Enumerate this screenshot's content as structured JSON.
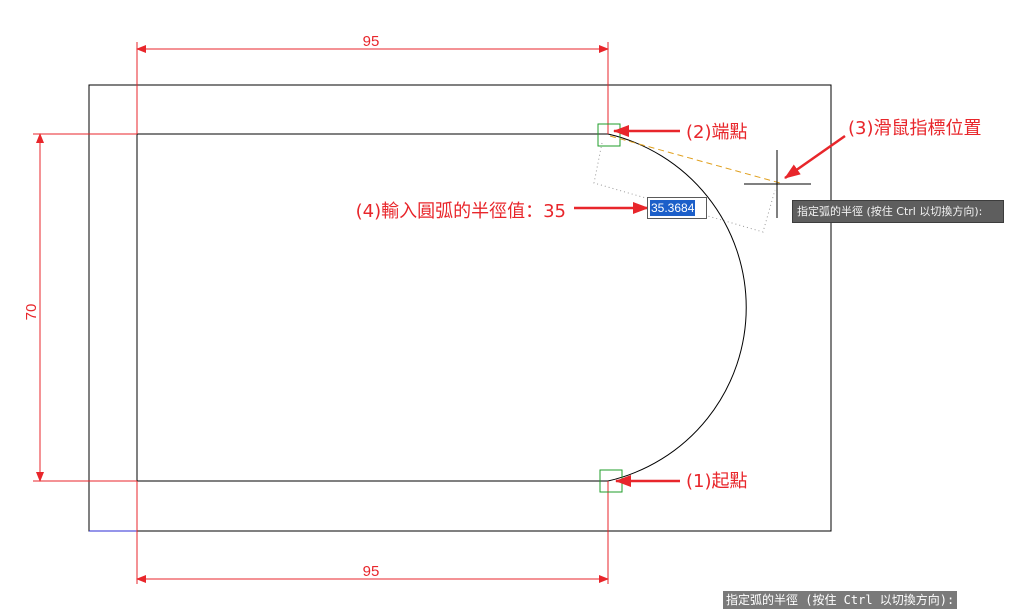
{
  "dimensions": {
    "top": "95",
    "bottom": "95",
    "left": "70"
  },
  "annotations": {
    "start_point": "(1)起點",
    "end_point": "(2)端點",
    "cursor_position": "(3)滑鼠指標位置",
    "input_radius": "(4)輸入圓弧的半徑值：35"
  },
  "dynamic_input": {
    "value": "35.3684"
  },
  "tooltip": {
    "prompt": "指定弧的半徑 (按住 Ctrl 以切換方向):"
  },
  "command_line": {
    "prompt": "指定弧的半徑 (按住 Ctrl 以切換方向):"
  },
  "colors": {
    "dimension": "#e8262b",
    "annotation": "#e8262b",
    "geometry": "#000000",
    "osnap_marker": "#1f9e2a",
    "rubber_band": "#e0a01e",
    "highlight": "#1c5fc9"
  }
}
